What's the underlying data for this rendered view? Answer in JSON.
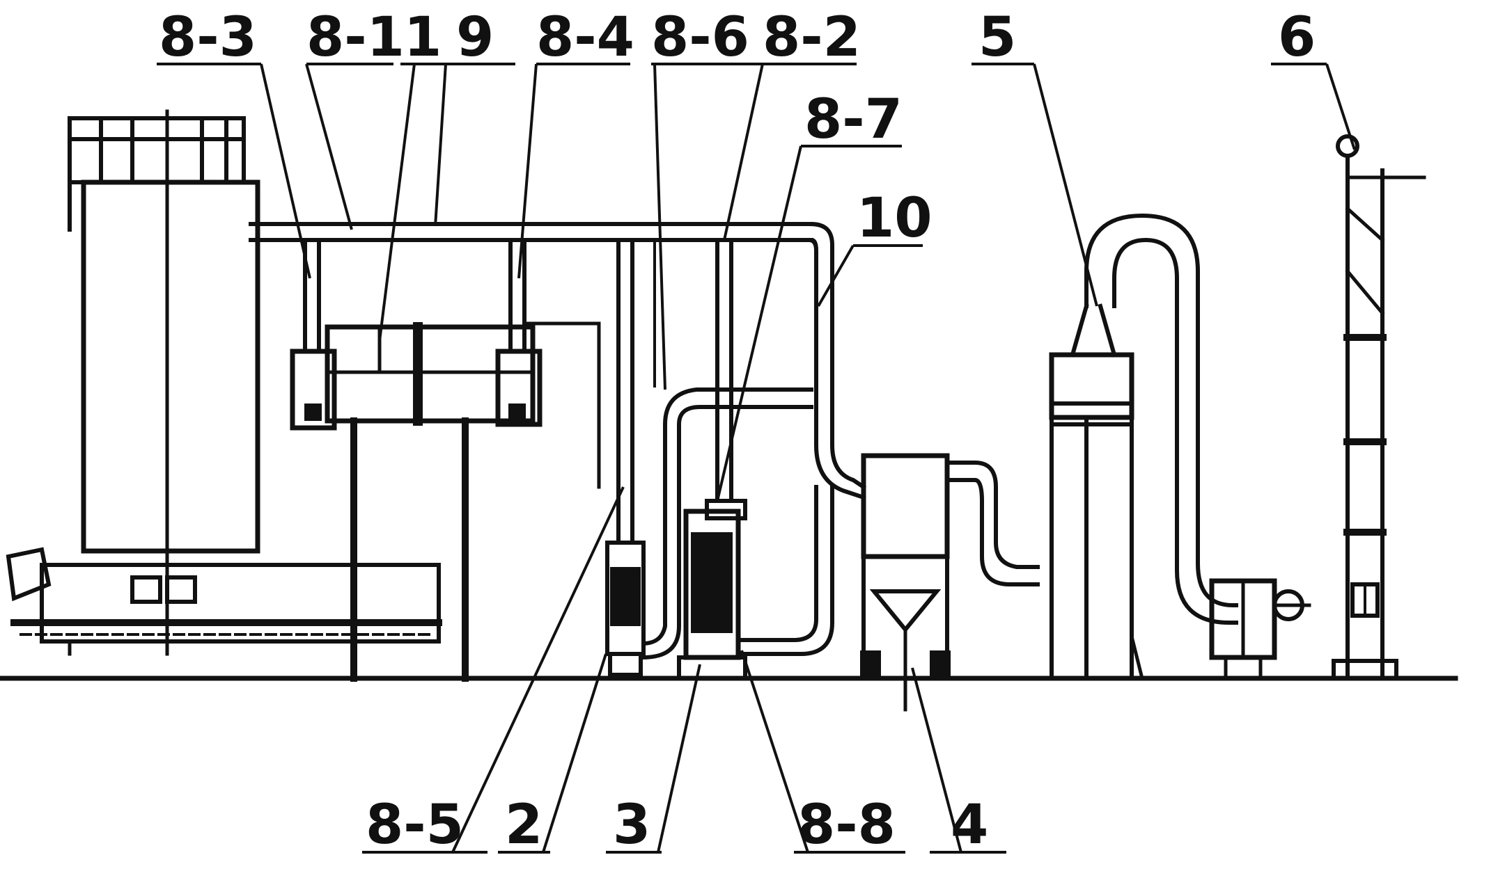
{
  "labels": {
    "l_8_3": "8-3",
    "l_8_1": "8-1",
    "l_1": "1",
    "l_9": "9",
    "l_8_4": "8-4",
    "l_8_6": "8-6",
    "l_8_2": "8-2",
    "l_8_7": "8-7",
    "l_10": "10",
    "l_5": "5",
    "l_6": "6",
    "l_8_5": "8-5",
    "l_2": "2",
    "l_3": "3",
    "l_8_8": "8-8",
    "l_4": "4"
  },
  "colors": {
    "line": "#111111",
    "fill_dark": "#111111",
    "background": "#ffffff"
  }
}
